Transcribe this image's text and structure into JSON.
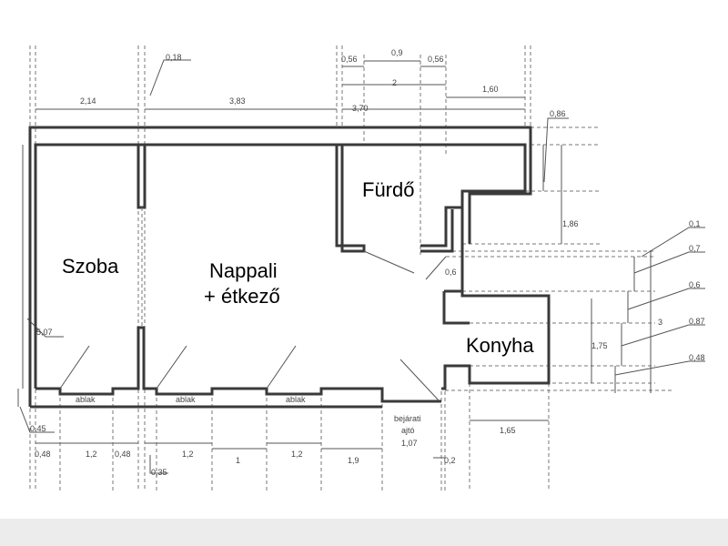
{
  "rooms": {
    "szoba": "Szoba",
    "nappali": "Nappali",
    "etkezo": "+ étkező",
    "furdo": "Fürdő",
    "konyha": "Konyha"
  },
  "labels": {
    "ablak": "ablak",
    "bejarati": "bejárati",
    "ajto": "ajtó"
  },
  "dimensions": {
    "top": [
      "0,18",
      "2,14",
      "3,83",
      "3,70",
      "0,56",
      "0,9",
      "0,56",
      "2",
      "1,60",
      "0,86"
    ],
    "right": [
      "1,86",
      "0,1",
      "0,7",
      "0,6",
      "3",
      "0,87",
      "1,75",
      "0,48",
      "0,6"
    ],
    "bottom": [
      "0,45",
      "0,48",
      "1,2",
      "0,48",
      "1,2",
      "0,35",
      "1",
      "1,2",
      "1,9",
      "1,07",
      "0,2",
      "1,65"
    ],
    "left": [
      "5,07"
    ]
  }
}
